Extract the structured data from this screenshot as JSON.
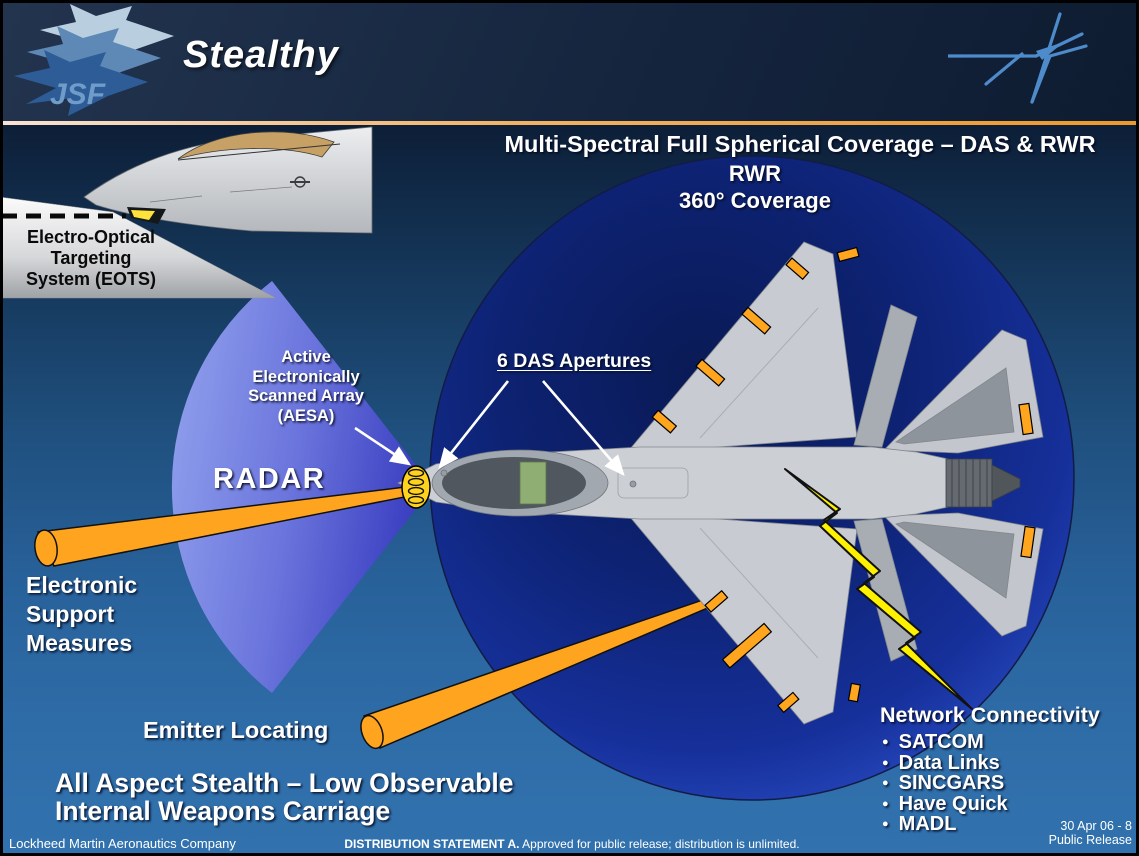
{
  "header": {
    "title": "Stealthy",
    "logo_text": "JSF"
  },
  "diagram": {
    "heading": "Multi-Spectral Full Spherical Coverage – DAS & RWR",
    "rwr": [
      "RWR",
      "360° Coverage"
    ],
    "eots": [
      "Electro-Optical",
      "Targeting",
      "System (EOTS)"
    ],
    "aesa": [
      "Active",
      "Electronically",
      "Scanned Array",
      "(AESA)"
    ],
    "radar_label": "RADAR",
    "das_label": "6 DAS Apertures",
    "esm": [
      "Electronic",
      "Support",
      "Measures"
    ],
    "emitter_label": "Emitter Locating",
    "stealth": [
      "All Aspect Stealth – Low Observable",
      "Internal Weapons Carriage"
    ],
    "network": {
      "title": "Network Connectivity",
      "items": [
        "SATCOM",
        "Data Links",
        "SINCGARS",
        "Have Quick",
        "MADL"
      ]
    }
  },
  "footer": {
    "company": "Lockheed Martin Aeronautics Company",
    "dist_bold": "DISTRIBUTION STATEMENT A.",
    "dist_rest": " Approved for public release; distribution is unlimited.",
    "date_page": "30 Apr 06 - 8",
    "release": "Public Release"
  },
  "colors": {
    "accent_orange": "#EC992C",
    "beam_orange": "#FFA41E",
    "bolt_yellow": "#FFF200",
    "circle_navy": "#0D2272",
    "fan_blue": "#8698E8",
    "background_top": "#0B1A2E",
    "background_bottom": "#3172AE"
  }
}
